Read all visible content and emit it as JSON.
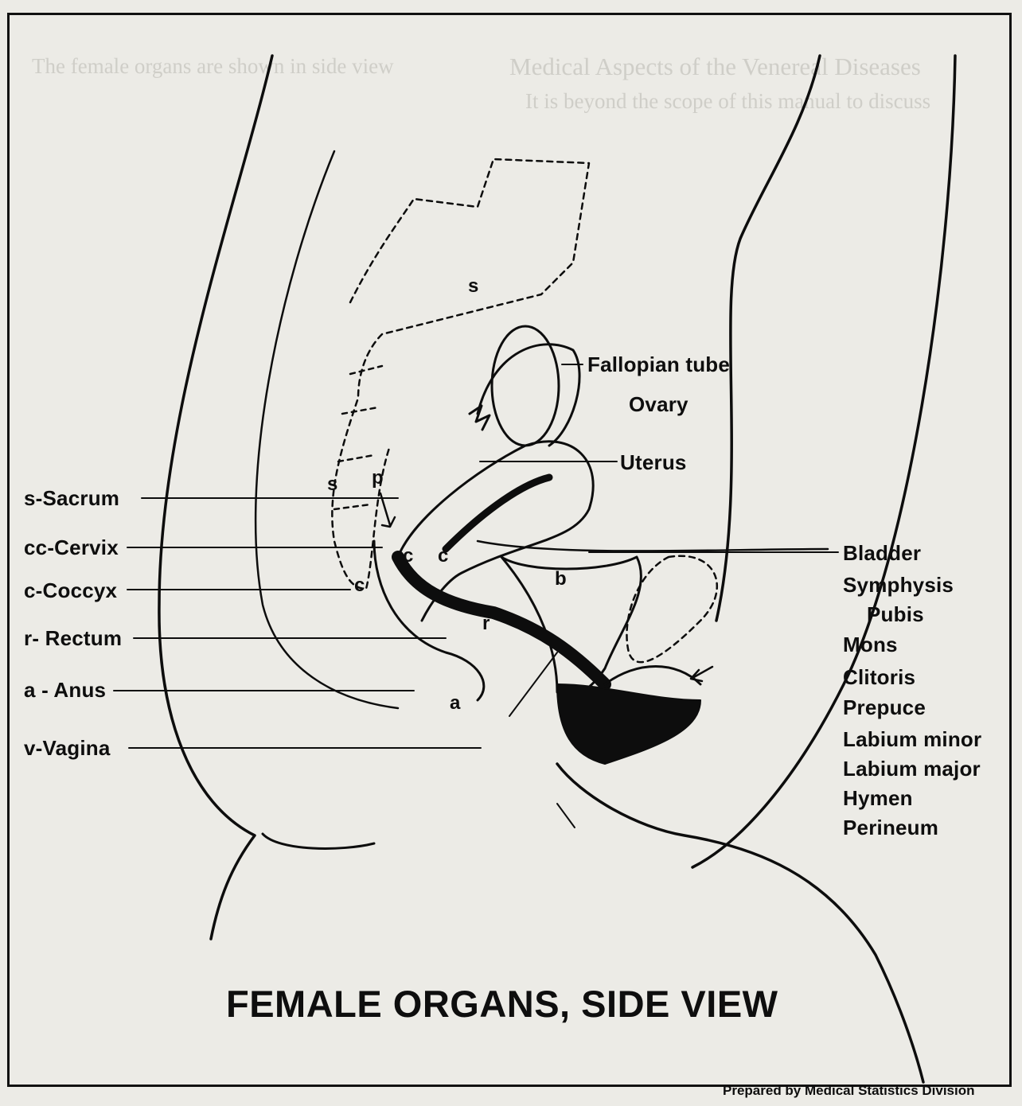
{
  "title": "FEMALE ORGANS, SIDE VIEW",
  "credit": "Prepared by Medical Statistics Division",
  "left_legend": [
    "s-Sacrum",
    "cc-Cervix",
    "c-Coccyx",
    "r- Rectum",
    "a - Anus",
    "v-Vagina"
  ],
  "right_labels": {
    "fallopian_tube": "Fallopian tube",
    "ovary": "Ovary",
    "uterus": "Uterus",
    "bladder": "Bladder",
    "symphysis": "Symphysis",
    "pubis": "Pubis",
    "mons": "Mons",
    "clitoris": "Clitoris",
    "prepuce": "Prepuce",
    "labium_minor": "Labium minor",
    "labium_major": "Labium major",
    "hymen": "Hymen",
    "perineum": "Perineum"
  },
  "diagram_letters": {
    "s_upper": "s",
    "s_lower": "s",
    "p": "p",
    "c1": "c",
    "c2": "c",
    "b": "b",
    "r": "r",
    "a": "a",
    "c_coccyx": "c"
  },
  "bleed_through": {
    "heading": "Medical Aspects of the Venereal Diseases",
    "line_1": "It is beyond the scope of this manual to discuss",
    "line_2": "The female organs are shown in side view"
  }
}
